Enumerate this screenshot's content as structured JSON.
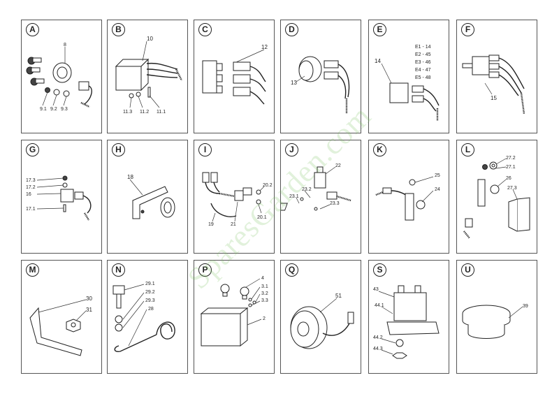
{
  "panels": [
    {
      "letter": "A",
      "labels": [
        "8",
        "9.1",
        "9.2",
        "9.3"
      ]
    },
    {
      "letter": "B",
      "labels": [
        "10",
        "11.3",
        "11.2",
        "11.1"
      ]
    },
    {
      "letter": "C",
      "labels": [
        "12"
      ]
    },
    {
      "letter": "D",
      "labels": [
        "13"
      ]
    },
    {
      "letter": "E",
      "labels": [
        "14"
      ],
      "list": [
        "E1 - 14",
        "E2 - 45",
        "E3 - 46",
        "E4 - 47",
        "E5 - 48"
      ]
    },
    {
      "letter": "F",
      "labels": [
        "15"
      ]
    },
    {
      "letter": "G",
      "labels": [
        "17.3",
        "17.2",
        "16",
        "17.1"
      ]
    },
    {
      "letter": "H",
      "labels": [
        "18"
      ]
    },
    {
      "letter": "I",
      "labels": [
        "20.2",
        "19",
        "21",
        "20.1"
      ]
    },
    {
      "letter": "J",
      "labels": [
        "22",
        "23.2",
        "23.1",
        "23.3"
      ]
    },
    {
      "letter": "K",
      "labels": [
        "25",
        "24"
      ]
    },
    {
      "letter": "L",
      "labels": [
        "27.2",
        "27.1",
        "26",
        "27.3"
      ]
    },
    {
      "letter": "M",
      "labels": [
        "30",
        "31"
      ]
    },
    {
      "letter": "N",
      "labels": [
        "29.1",
        "29.2",
        "29.3",
        "28"
      ]
    },
    {
      "letter": "P",
      "labels": [
        "4",
        "3.1",
        "3.2",
        "3.3",
        "2"
      ]
    },
    {
      "letter": "Q",
      "labels": [
        "51"
      ]
    },
    {
      "letter": "S",
      "labels": [
        "43",
        "44.1",
        "44.2",
        "44.3"
      ]
    },
    {
      "letter": "U",
      "labels": [
        "39"
      ]
    }
  ],
  "watermark": "SparesGarden.com"
}
